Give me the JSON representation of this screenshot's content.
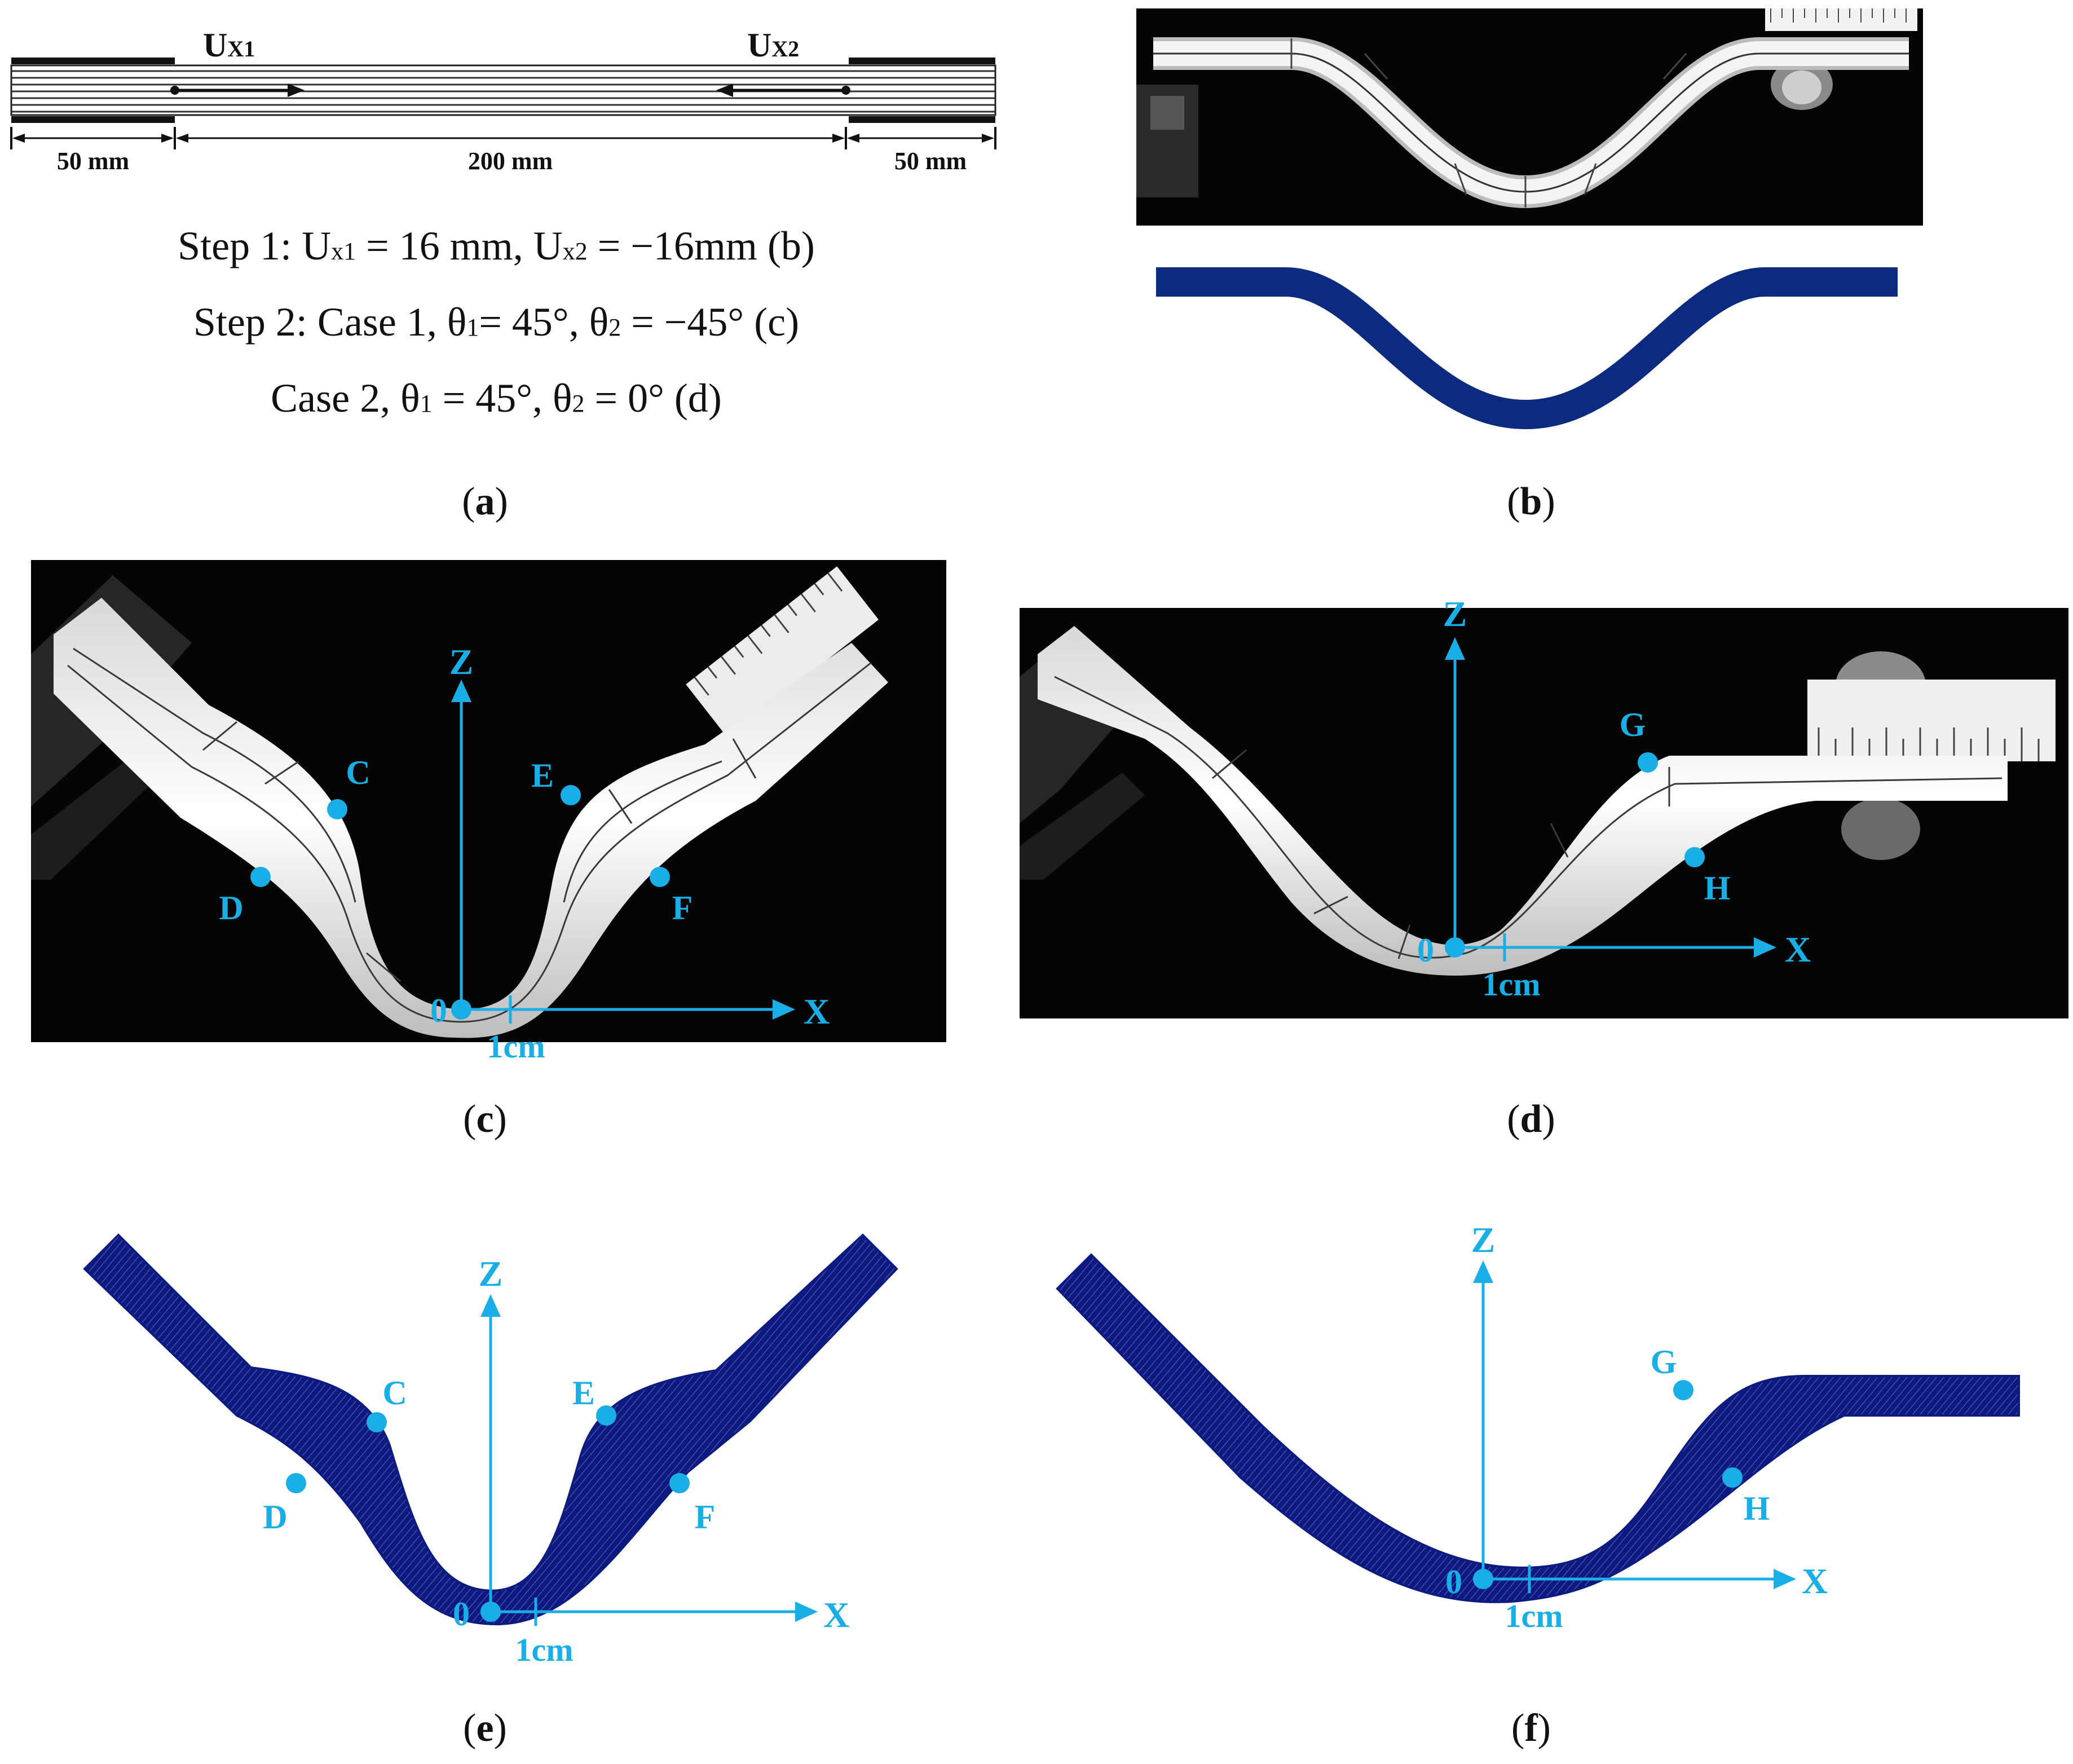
{
  "panel_a": {
    "schematic": {
      "ux1": "U",
      "ux1_sub": "X1",
      "ux2": "U",
      "ux2_sub": "X2",
      "dim_left": "50 mm",
      "dim_mid": "200 mm",
      "dim_right": "50 mm"
    },
    "step1": {
      "prefix": "Step 1: U",
      "sub1": "x1",
      "mid": " = 16 mm, U",
      "sub2": "x2",
      "suffix": " = −16mm (b)"
    },
    "step2": {
      "prefix": "Step 2: Case 1, θ",
      "sub1": "1",
      "mid": "= 45°, θ",
      "sub2": "2",
      "suffix": " = −45° (c)"
    },
    "step3": {
      "prefix": "Case 2, θ",
      "sub1": "1",
      "mid": " = 45°, θ",
      "sub2": "2",
      "suffix": " = 0° (d)"
    }
  },
  "labels": {
    "a": "a",
    "b": "b",
    "c": "c",
    "d": "d",
    "e": "e",
    "f": "f"
  },
  "axes": {
    "z": "Z",
    "x": "X",
    "origin": "0",
    "scale": "1cm"
  },
  "points": {
    "c": [
      "C",
      "D",
      "E",
      "F"
    ],
    "d": [
      "G",
      "H"
    ],
    "e": [
      "C",
      "D",
      "E",
      "F"
    ],
    "f": [
      "G",
      "H"
    ]
  },
  "colors": {
    "accent": "#19aee6",
    "navy": "#0d1a82",
    "band": "#0b2a80",
    "photo_bg": "#050505"
  }
}
